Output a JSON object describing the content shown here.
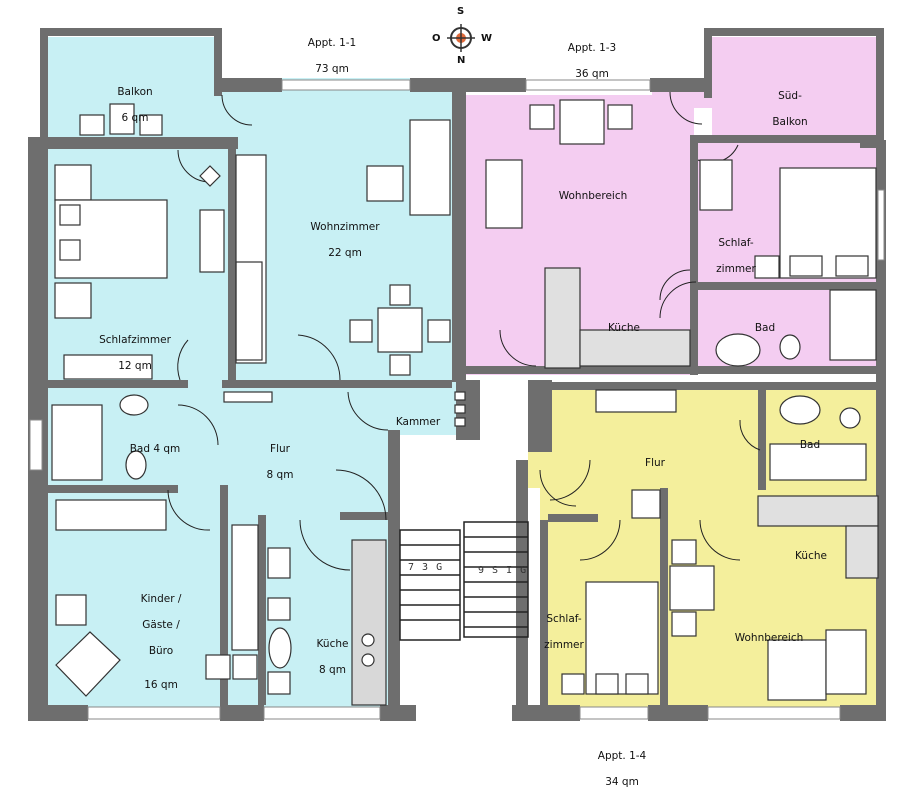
{
  "apartments": {
    "a11": {
      "name": "Appt. 1-1",
      "area": "73 qm"
    },
    "a13": {
      "name": "Appt. 1-3",
      "area": "36 qm"
    },
    "a14": {
      "name": "Appt. 1-4",
      "area": "34 qm"
    }
  },
  "compass": {
    "s": "S",
    "o": "O",
    "w": "W",
    "n": "N"
  },
  "rooms": {
    "balkon": {
      "name": "Balkon",
      "area": "6 qm"
    },
    "wohnzimmer": {
      "name": "Wohnzimmer",
      "area": "22 qm"
    },
    "schlafzimmer": {
      "name": "Schlafzimmer",
      "area": "12 qm"
    },
    "bad": {
      "name": "Bad  4 qm"
    },
    "flur": {
      "name": "Flur",
      "area": "8 qm"
    },
    "kammer": {
      "name": "Kammer"
    },
    "kinder": {
      "l1": "Kinder /",
      "l2": "Gäste /",
      "l3": "Büro",
      "area": "16 qm"
    },
    "kueche": {
      "name": "Küche",
      "area": "8 qm"
    },
    "wohnbereich13": {
      "name": "Wohnbereich"
    },
    "kueche13": {
      "name": "Küche"
    },
    "suedbalkon": {
      "l1": "Süd-",
      "l2": "Balkon"
    },
    "schlaf13": {
      "l1": "Schlaf-",
      "l2": "zimmer"
    },
    "bad13": {
      "name": "Bad"
    },
    "flur14": {
      "name": "Flur"
    },
    "bad14": {
      "name": "Bad"
    },
    "kueche14": {
      "name": "Küche"
    },
    "schlaf14": {
      "l1": "Schlaf-",
      "l2": "zimmer"
    },
    "wohnbereich14": {
      "name": "Wohnbereich"
    }
  },
  "stairs": {
    "left": "7 3 G",
    "right": "9 S I G"
  },
  "colors": {
    "appt11": "#c8f0f4",
    "appt13": "#f4cdf1",
    "appt14": "#f4ef9c",
    "wall": "#6e6e6e"
  }
}
